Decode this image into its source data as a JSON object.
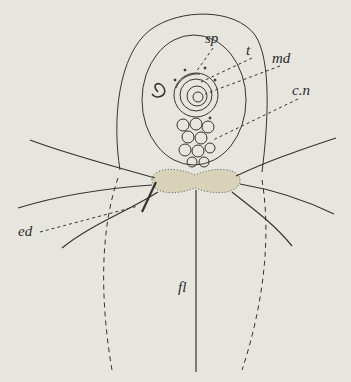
{
  "diagram": {
    "labels": [
      "sp",
      "t",
      "md",
      "c.n",
      "ed",
      "fl"
    ]
  }
}
